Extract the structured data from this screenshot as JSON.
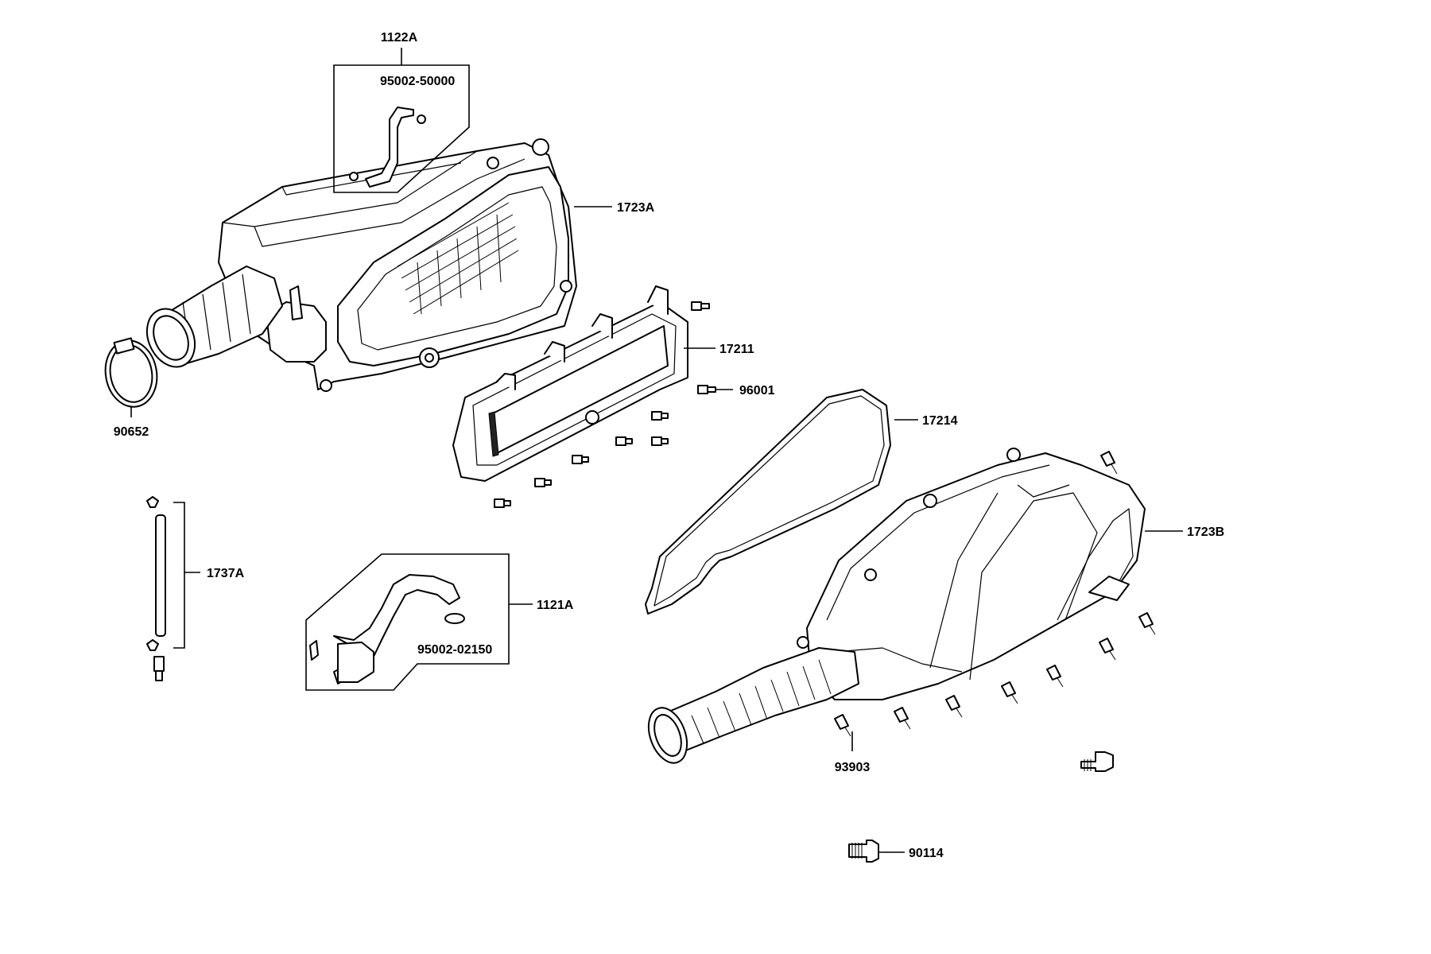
{
  "diagram": {
    "background": "#ffffff",
    "ink": "#000000",
    "callouts": [
      {
        "id": "1122A",
        "text": "1122A"
      },
      {
        "id": "95002-50000",
        "text": "95002-50000"
      },
      {
        "id": "1723A",
        "text": "1723A"
      },
      {
        "id": "17211",
        "text": "17211"
      },
      {
        "id": "96001",
        "text": "96001"
      },
      {
        "id": "90652",
        "text": "90652"
      },
      {
        "id": "17214",
        "text": "17214"
      },
      {
        "id": "1723B",
        "text": "1723B"
      },
      {
        "id": "1737A",
        "text": "1737A"
      },
      {
        "id": "1121A",
        "text": "1121A"
      },
      {
        "id": "95002-02150",
        "text": "95002-02150"
      },
      {
        "id": "93903",
        "text": "93903"
      },
      {
        "id": "90114",
        "text": "90114"
      }
    ],
    "parts": [
      {
        "name": "air-cleaner-case",
        "icon": "air-cleaner-case-icon"
      },
      {
        "name": "intake-duct-clamp",
        "icon": "hose-clamp-icon"
      },
      {
        "name": "breather-hose-assembly",
        "icon": "breather-hose-icon"
      },
      {
        "name": "air-filter-element",
        "icon": "filter-element-icon"
      },
      {
        "name": "case-gasket",
        "icon": "gasket-icon"
      },
      {
        "name": "air-cleaner-cover",
        "icon": "air-cleaner-cover-icon"
      },
      {
        "name": "drain-tube",
        "icon": "drain-tube-icon"
      },
      {
        "name": "crankcase-breather-hose",
        "icon": "breather-hose-icon"
      },
      {
        "name": "screws",
        "icon": "screw-icon"
      },
      {
        "name": "bolts",
        "icon": "bolt-icon"
      }
    ]
  }
}
